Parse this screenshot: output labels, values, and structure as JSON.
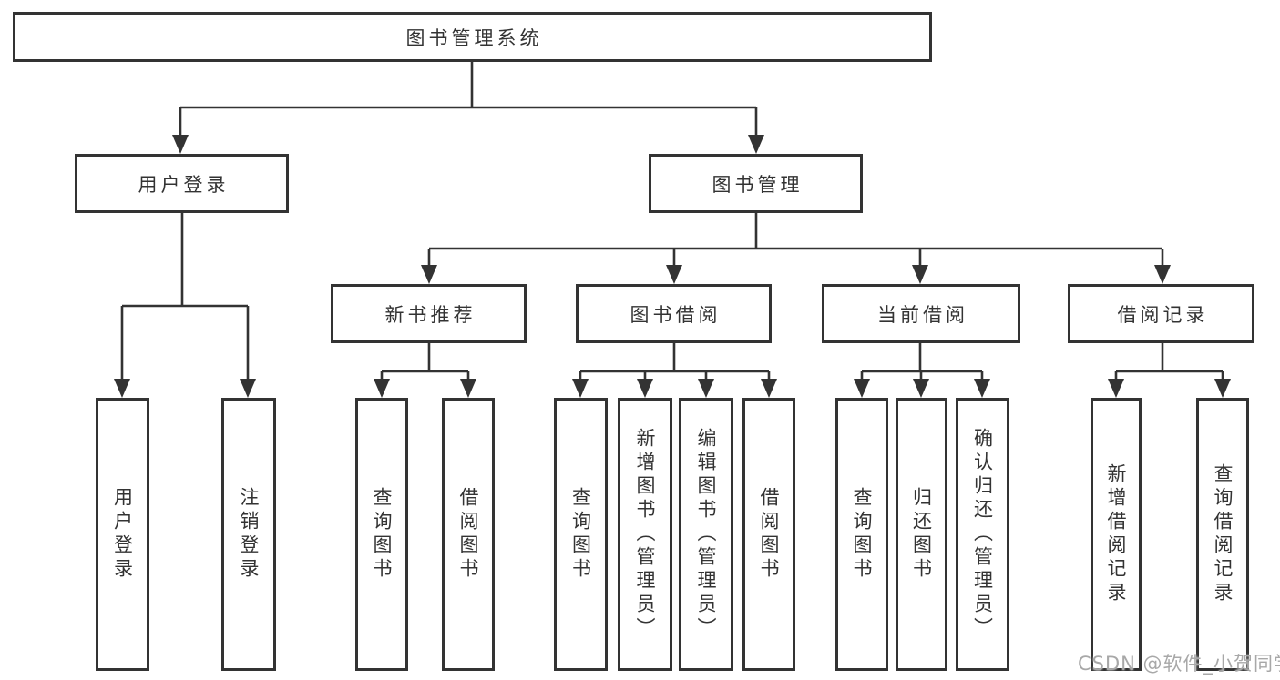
{
  "diagram_title": "图书管理系统",
  "watermark": "CSDN @软件_小贺同学",
  "colors": {
    "line": "#333333",
    "box_border": "#333333",
    "box_fill": "#ffffff",
    "text": "#333333",
    "background": "#ffffff",
    "watermark_text": "#a8a8a8"
  },
  "nodes": {
    "root": {
      "label": "图书管理系统"
    },
    "user_login": {
      "label": "用户登录"
    },
    "book_mgmt": {
      "label": "图书管理"
    },
    "leaf_user_login": {
      "label": "用户登录"
    },
    "leaf_logout": {
      "label": "注销登录"
    },
    "new_rec": {
      "label": "新书推荐"
    },
    "borrow": {
      "label": "图书借阅"
    },
    "current": {
      "label": "当前借阅"
    },
    "record": {
      "label": "借阅记录"
    },
    "leaf_nr_query": {
      "label": "查询图书"
    },
    "leaf_nr_borrow": {
      "label": "借阅图书"
    },
    "leaf_b_query": {
      "label": "查询图书"
    },
    "leaf_b_add": {
      "label": "新增图书（管理员）"
    },
    "leaf_b_edit": {
      "label": "编辑图书（管理员）"
    },
    "leaf_b_borrow": {
      "label": "借阅图书"
    },
    "leaf_c_query": {
      "label": "查询图书"
    },
    "leaf_c_return": {
      "label": "归还图书"
    },
    "leaf_c_confirm": {
      "label": "确认归还（管理员）"
    },
    "leaf_r_add": {
      "label": "新增借阅记录"
    },
    "leaf_r_query": {
      "label": "查询借阅记录"
    }
  },
  "hierarchy": {
    "图书管理系统": {
      "用户登录": [
        "用户登录",
        "注销登录"
      ],
      "图书管理": {
        "新书推荐": [
          "查询图书",
          "借阅图书"
        ],
        "图书借阅": [
          "查询图书",
          "新增图书（管理员）",
          "编辑图书（管理员）",
          "借阅图书"
        ],
        "当前借阅": [
          "查询图书",
          "归还图书",
          "确认归还（管理员）"
        ],
        "借阅记录": [
          "新增借阅记录",
          "查询借阅记录"
        ]
      }
    }
  }
}
